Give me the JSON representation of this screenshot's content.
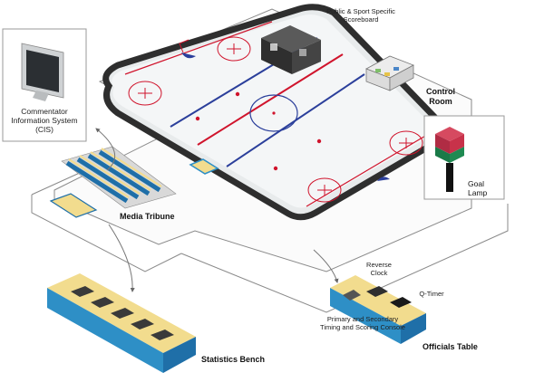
{
  "labels": {
    "scoreboard": "Public & Sport Specific Scoreboard",
    "control_room": "Control Room",
    "commentator": "Commentator Information System (CIS)",
    "goal_lamp": "Goal Lamp",
    "media_tribune": "Media Tribune",
    "statistics_bench": "Statistics Bench",
    "officials_table": "Officials Table",
    "reverse_clock": "Reverse Clock",
    "q_timer": "Q-Timer",
    "timing_console": "Primary and Secondary Timing and Scoring Console"
  },
  "colors": {
    "ice": "#f4f6f7",
    "boards": "#3a3a3a",
    "red_line": "#d0142c",
    "blue_line": "#2b3f9b",
    "desk_top": "#f2dc8e",
    "desk_side": "#2e8fc6",
    "lamp_red": "#c8324a",
    "lamp_green": "#1f8a52"
  }
}
